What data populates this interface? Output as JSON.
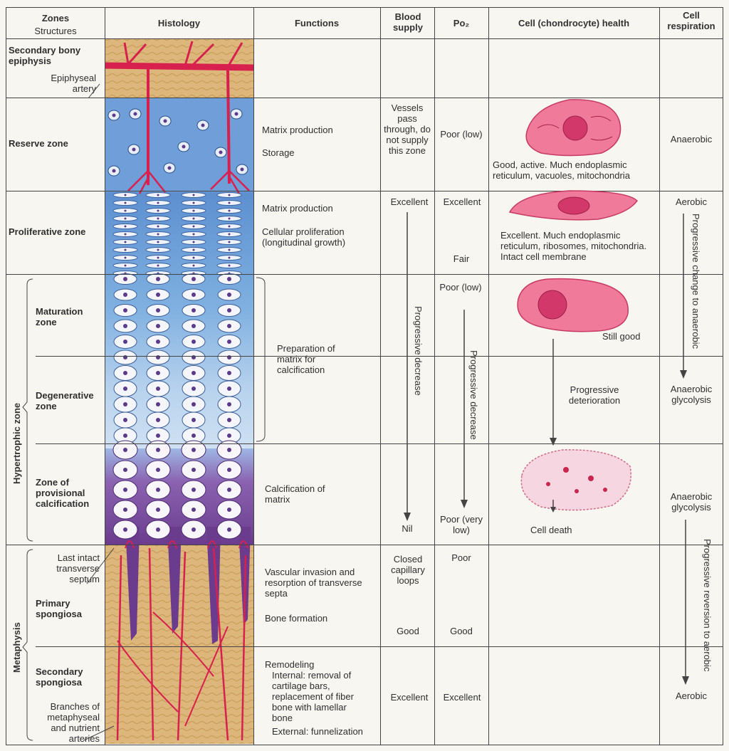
{
  "headers": {
    "zones": "Zones",
    "structures": "Structures",
    "histology": "Histology",
    "functions": "Functions",
    "blood_supply": "Blood supply",
    "po2": "Po₂",
    "cell_health": "Cell (chondrocyte) health",
    "cell_respiration": "Cell respiration"
  },
  "zones": {
    "secondary_bony_epiphysis": "Secondary bony epiphysis",
    "epiphyseal_artery": "Epiphyseal artery",
    "reserve_zone": "Reserve zone",
    "proliferative_zone": "Proliferative zone",
    "hypertrophic_zone": "Hypertrophic zone",
    "maturation_zone": "Maturation zone",
    "degenerative_zone": "Degenerative zone",
    "provisional_calcification": "Zone of provisional calcification",
    "metaphysis": "Metaphysis",
    "last_intact_septum": "Last intact transverse septum",
    "primary_spongiosa": "Primary spongiosa",
    "secondary_spongiosa": "Secondary spongiosa",
    "branches_arteries": "Branches of metaphyseal and nutrient arteries"
  },
  "functions": {
    "reserve": [
      "Matrix production",
      "Storage"
    ],
    "proliferative": [
      "Matrix production",
      "Cellular proliferation (longitudinal growth)"
    ],
    "hypertrophic": "Preparation of matrix for calcification",
    "calcification": "Calcification of matrix",
    "primary_spongiosa": [
      "Vascular invasion and resorption of transverse septa",
      "Bone formation"
    ],
    "secondary_spongiosa": [
      "Remodeling",
      "Internal: removal of cartilage bars, replacement of fiber bone with lamellar bone",
      "External: funnelization"
    ]
  },
  "blood_supply": {
    "reserve": "Vessels pass through, do not supply this zone",
    "proliferative": "Excellent",
    "progressive": "Progressive decrease",
    "calcification": "Nil",
    "primary_top": "Closed capillary loops",
    "primary_bottom": "Good",
    "secondary": "Excellent"
  },
  "po2": {
    "reserve": "Poor (low)",
    "proliferative_top": "Excellent",
    "proliferative_bottom": "Fair",
    "maturation": "Poor (low)",
    "progressive": "Progressive decrease",
    "calcification": "Poor (very low)",
    "primary_top": "Poor",
    "primary_bottom": "Good",
    "secondary": "Excellent"
  },
  "cell_health": {
    "reserve": "Good, active. Much endoplasmic reticulum, vacuoles, mitochondria",
    "proliferative": "Excellent. Much endoplasmic reticulum, ribosomes, mitochondria. Intact cell membrane",
    "maturation": "Still good",
    "degenerative": "Progressive deterioration",
    "calcification": "Cell death"
  },
  "cell_respiration": {
    "reserve": "Anaerobic",
    "proliferative": "Aerobic",
    "change_to_anaerobic": "Progressive change to anaerobic",
    "degenerative": "Anaerobic glycolysis",
    "calcification": "Anaerobic glycolysis",
    "reversion": "Progressive reversion to aerobic",
    "secondary": "Aerobic"
  },
  "colors": {
    "bone": "#d9b273",
    "cartilage_blue": "#6e9fd6",
    "calcified_purple": "#7d4c9c",
    "artery_red": "#d8204f",
    "cell_pink": "#e0557a"
  }
}
